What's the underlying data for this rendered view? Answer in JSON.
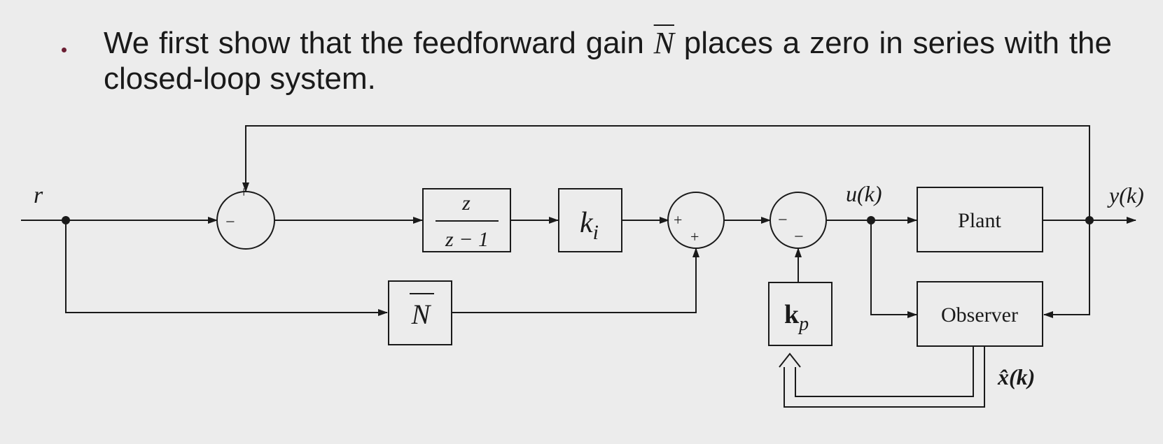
{
  "bullet": {
    "text_before": "We first show that the feedforward gain ",
    "nbar": "N",
    "text_after": " places a zero in series with the closed-loop system."
  },
  "diagram": {
    "input_label": "r",
    "output_label": "y(k)",
    "control_label": "u(k)",
    "estimate_label": "x̂(k)",
    "tf_numerator": "z",
    "tf_denominator": "z − 1",
    "ki_main": "k",
    "ki_sub": "i",
    "nbar_label": "N",
    "kp_main": "k",
    "kp_sub": "p",
    "plant_label": "Plant",
    "observer_label": "Observer",
    "sum1_signs": {
      "top": "+",
      "left": "−"
    },
    "sum2_signs": {
      "left": "+",
      "bottom": "+"
    },
    "sum3_signs": {
      "left": "−",
      "bottom": "−"
    }
  },
  "colors": {
    "bullet": "#6b1e33",
    "background": "#ececec",
    "ink": "#1a1a1a"
  }
}
